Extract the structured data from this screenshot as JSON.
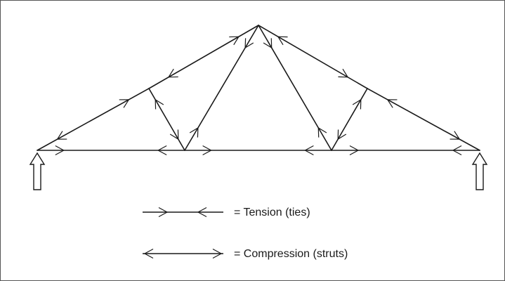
{
  "diagram": {
    "legend": {
      "tension": "= Tension (ties)",
      "compression": "= Compression (struts)"
    },
    "colors": {
      "stroke": "#1a1a1a",
      "border": "#555555",
      "background": "#ffffff"
    },
    "nodes": [
      {
        "id": "left-support",
        "kind": "support"
      },
      {
        "id": "right-support",
        "kind": "support"
      },
      {
        "id": "apex"
      },
      {
        "id": "left-top-chord-node"
      },
      {
        "id": "right-top-chord-node"
      },
      {
        "id": "left-bottom-chord-node"
      },
      {
        "id": "right-bottom-chord-node"
      }
    ],
    "members": [
      {
        "id": "bottom-chord-left",
        "from": "left-support",
        "to": "left-bottom-chord-node",
        "force": "tension"
      },
      {
        "id": "bottom-chord-middle",
        "from": "left-bottom-chord-node",
        "to": "right-bottom-chord-node",
        "force": "tension"
      },
      {
        "id": "bottom-chord-right",
        "from": "right-bottom-chord-node",
        "to": "right-support",
        "force": "tension"
      },
      {
        "id": "left-rafter-lower",
        "from": "left-support",
        "to": "left-top-chord-node",
        "force": "compression"
      },
      {
        "id": "left-rafter-upper",
        "from": "left-top-chord-node",
        "to": "apex",
        "force": "compression"
      },
      {
        "id": "right-rafter-upper",
        "from": "apex",
        "to": "right-top-chord-node",
        "force": "compression"
      },
      {
        "id": "right-rafter-lower",
        "from": "right-top-chord-node",
        "to": "right-support",
        "force": "compression"
      },
      {
        "id": "left-strut",
        "from": "left-top-chord-node",
        "to": "left-bottom-chord-node",
        "force": "compression"
      },
      {
        "id": "left-tie",
        "from": "left-bottom-chord-node",
        "to": "apex",
        "force": "tension"
      },
      {
        "id": "right-tie",
        "from": "apex",
        "to": "right-bottom-chord-node",
        "force": "tension"
      },
      {
        "id": "right-strut",
        "from": "right-bottom-chord-node",
        "to": "right-top-chord-node",
        "force": "compression"
      }
    ]
  }
}
